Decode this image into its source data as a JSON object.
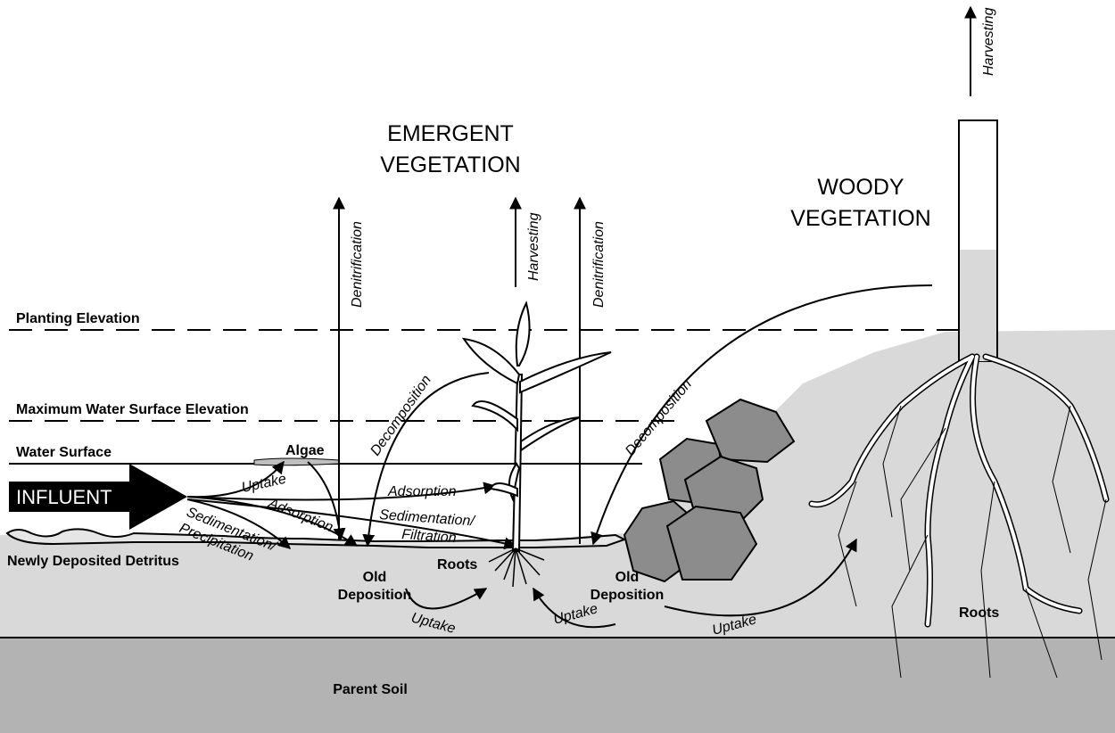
{
  "headings": {
    "emergent_line1": "EMERGENT",
    "emergent_line2": "VEGETATION",
    "woody_line1": "WOODY",
    "woody_line2": "VEGETATION"
  },
  "levels": {
    "planting": "Planting Elevation",
    "max_water": "Maximum Water Surface Elevation",
    "water_surface": "Water Surface",
    "detritus": "Newly Deposited Detritus"
  },
  "labels": {
    "influent": "INFLUENT",
    "algae": "Algae",
    "roots": "Roots",
    "old_deposition_line1": "Old",
    "old_deposition_line2": "Deposition",
    "parent_soil": "Parent Soil"
  },
  "processes": {
    "denitrification": "Denitrification",
    "harvesting": "Harvesting",
    "decomposition": "Decomposition",
    "uptake": "Uptake",
    "adsorption": "Adsorption",
    "sedimentation_filtration": "Sedimentation/ Filtration",
    "sedimentation_precipitation": "Sedimentation/ Precipitation"
  },
  "colors": {
    "soil": "#d9d9d9",
    "parent_soil": "#b3b3b3",
    "rock": "#8c8c8c",
    "ink": "#000000",
    "paper": "#ffffff"
  }
}
